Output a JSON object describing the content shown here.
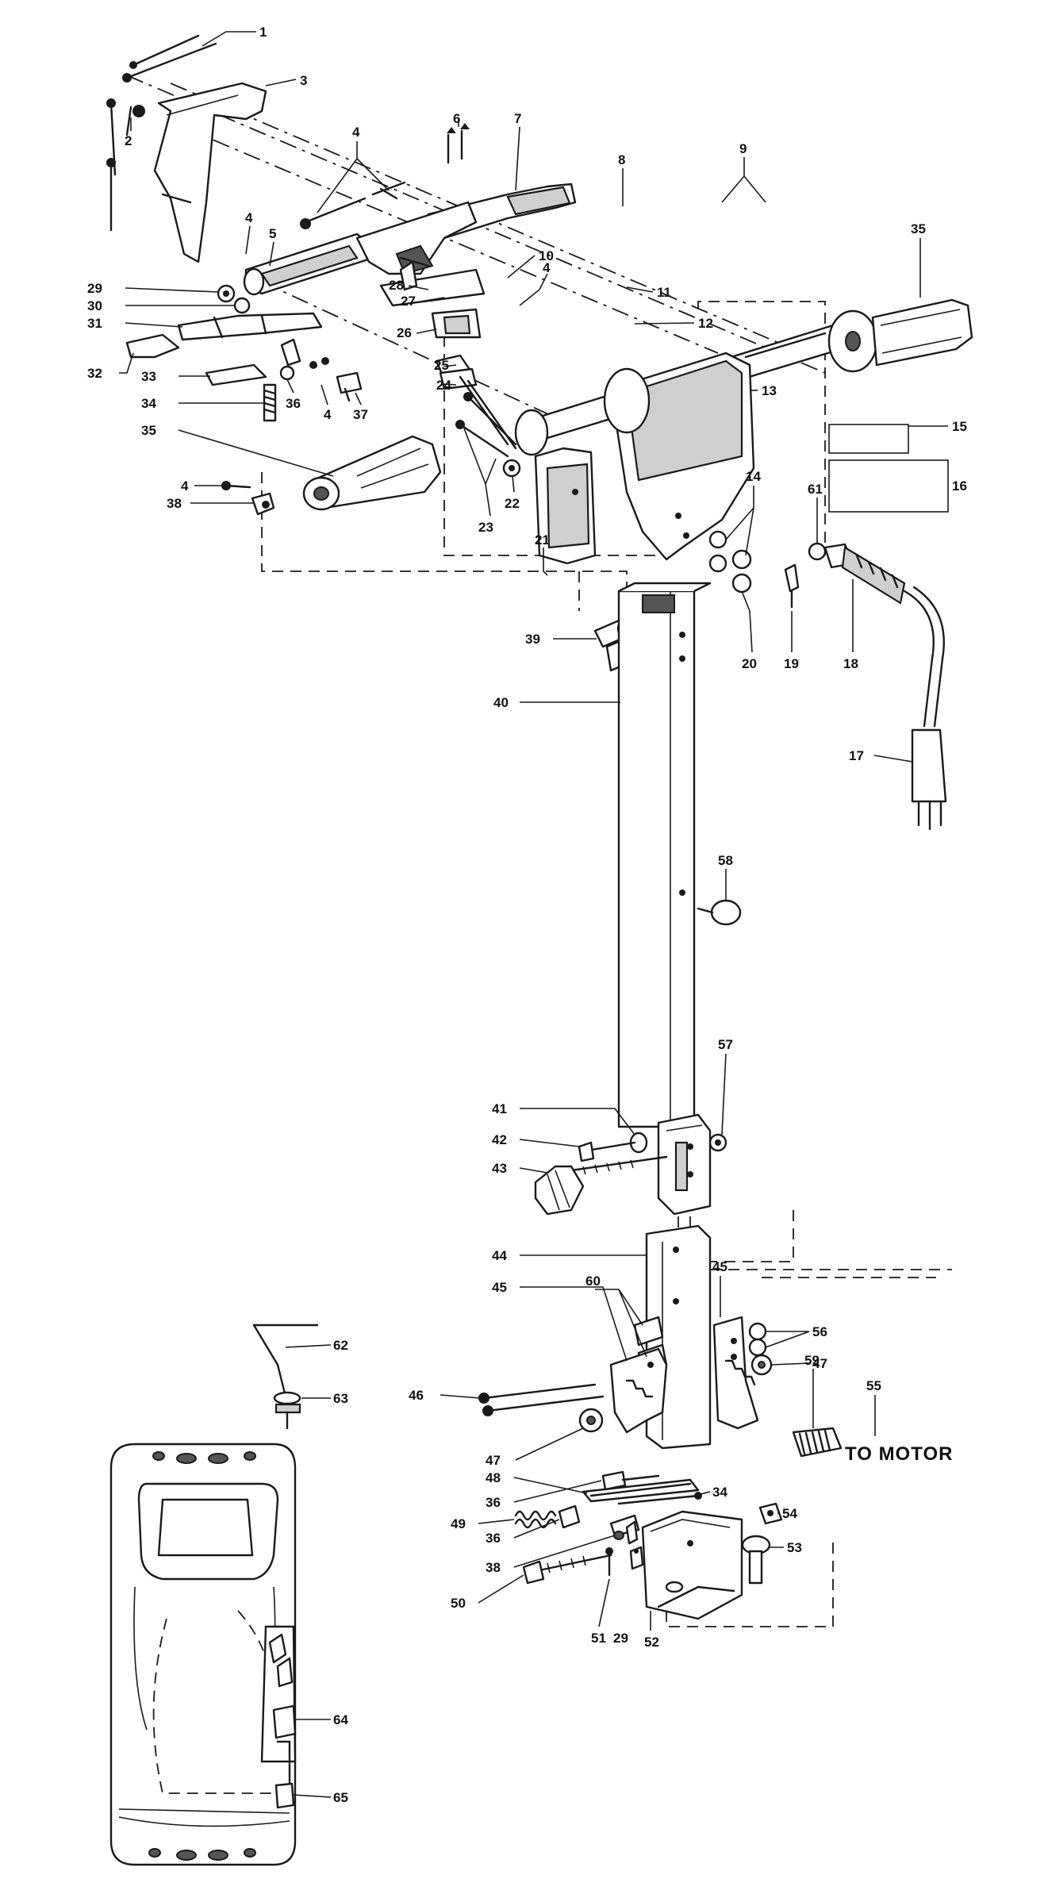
{
  "labels": [
    "1",
    "2",
    "3",
    "4",
    "5",
    "6",
    "7",
    "8",
    "9",
    "10",
    "11",
    "12",
    "13",
    "14",
    "15",
    "16",
    "17",
    "18",
    "19",
    "20",
    "21",
    "22",
    "23",
    "24",
    "25",
    "26",
    "27",
    "28",
    "29",
    "30",
    "31",
    "32",
    "33",
    "34",
    "35",
    "36",
    "37",
    "38",
    "39",
    "40",
    "41",
    "42",
    "43",
    "44",
    "45",
    "46",
    "47",
    "48",
    "49",
    "50",
    "51",
    "52",
    "53",
    "54",
    "55",
    "56",
    "57",
    "58",
    "59",
    "60",
    "61",
    "62",
    "63",
    "64",
    "65"
  ],
  "to_motor": "TO MOTOR",
  "callouts": [
    {
      "text": "1"
    },
    {
      "text": "2"
    },
    {
      "text": "3"
    },
    {
      "text": "4"
    },
    {
      "text": "6"
    },
    {
      "text": "7"
    },
    {
      "text": "8"
    },
    {
      "text": "9"
    },
    {
      "text": "35"
    },
    {
      "text": "4"
    },
    {
      "text": "5"
    },
    {
      "text": "10"
    },
    {
      "text": "29"
    },
    {
      "text": "30"
    },
    {
      "text": "31"
    },
    {
      "text": "32"
    },
    {
      "text": "28"
    },
    {
      "text": "27"
    },
    {
      "text": "26"
    },
    {
      "text": "4"
    },
    {
      "text": "11"
    },
    {
      "text": "12"
    },
    {
      "text": "33"
    },
    {
      "text": "25"
    },
    {
      "text": "24"
    },
    {
      "text": "13"
    },
    {
      "text": "34"
    },
    {
      "text": "36"
    },
    {
      "text": "4"
    },
    {
      "text": "37"
    },
    {
      "text": "35"
    },
    {
      "text": "15"
    },
    {
      "text": "16"
    },
    {
      "text": "4"
    },
    {
      "text": "38"
    },
    {
      "text": "23"
    },
    {
      "text": "22"
    },
    {
      "text": "21"
    },
    {
      "text": "14"
    },
    {
      "text": "61"
    },
    {
      "text": "20"
    },
    {
      "text": "19"
    },
    {
      "text": "18"
    },
    {
      "text": "39"
    },
    {
      "text": "40"
    },
    {
      "text": "17"
    },
    {
      "text": "58"
    },
    {
      "text": "57"
    },
    {
      "text": "41"
    },
    {
      "text": "42"
    },
    {
      "text": "43"
    },
    {
      "text": "44"
    },
    {
      "text": "45"
    },
    {
      "text": "60"
    },
    {
      "text": "45"
    },
    {
      "text": "56"
    },
    {
      "text": "47"
    },
    {
      "text": "46"
    },
    {
      "text": "47"
    },
    {
      "text": "59"
    },
    {
      "text": "55"
    },
    {
      "text": "48"
    },
    {
      "text": "36"
    },
    {
      "text": "34"
    },
    {
      "text": "49"
    },
    {
      "text": "36"
    },
    {
      "text": "54"
    },
    {
      "text": "38"
    },
    {
      "text": "53"
    },
    {
      "text": "50"
    },
    {
      "text": "51"
    },
    {
      "text": "29"
    },
    {
      "text": "52"
    },
    {
      "text": "62"
    },
    {
      "text": "63"
    },
    {
      "text": "64"
    },
    {
      "text": "65"
    }
  ]
}
